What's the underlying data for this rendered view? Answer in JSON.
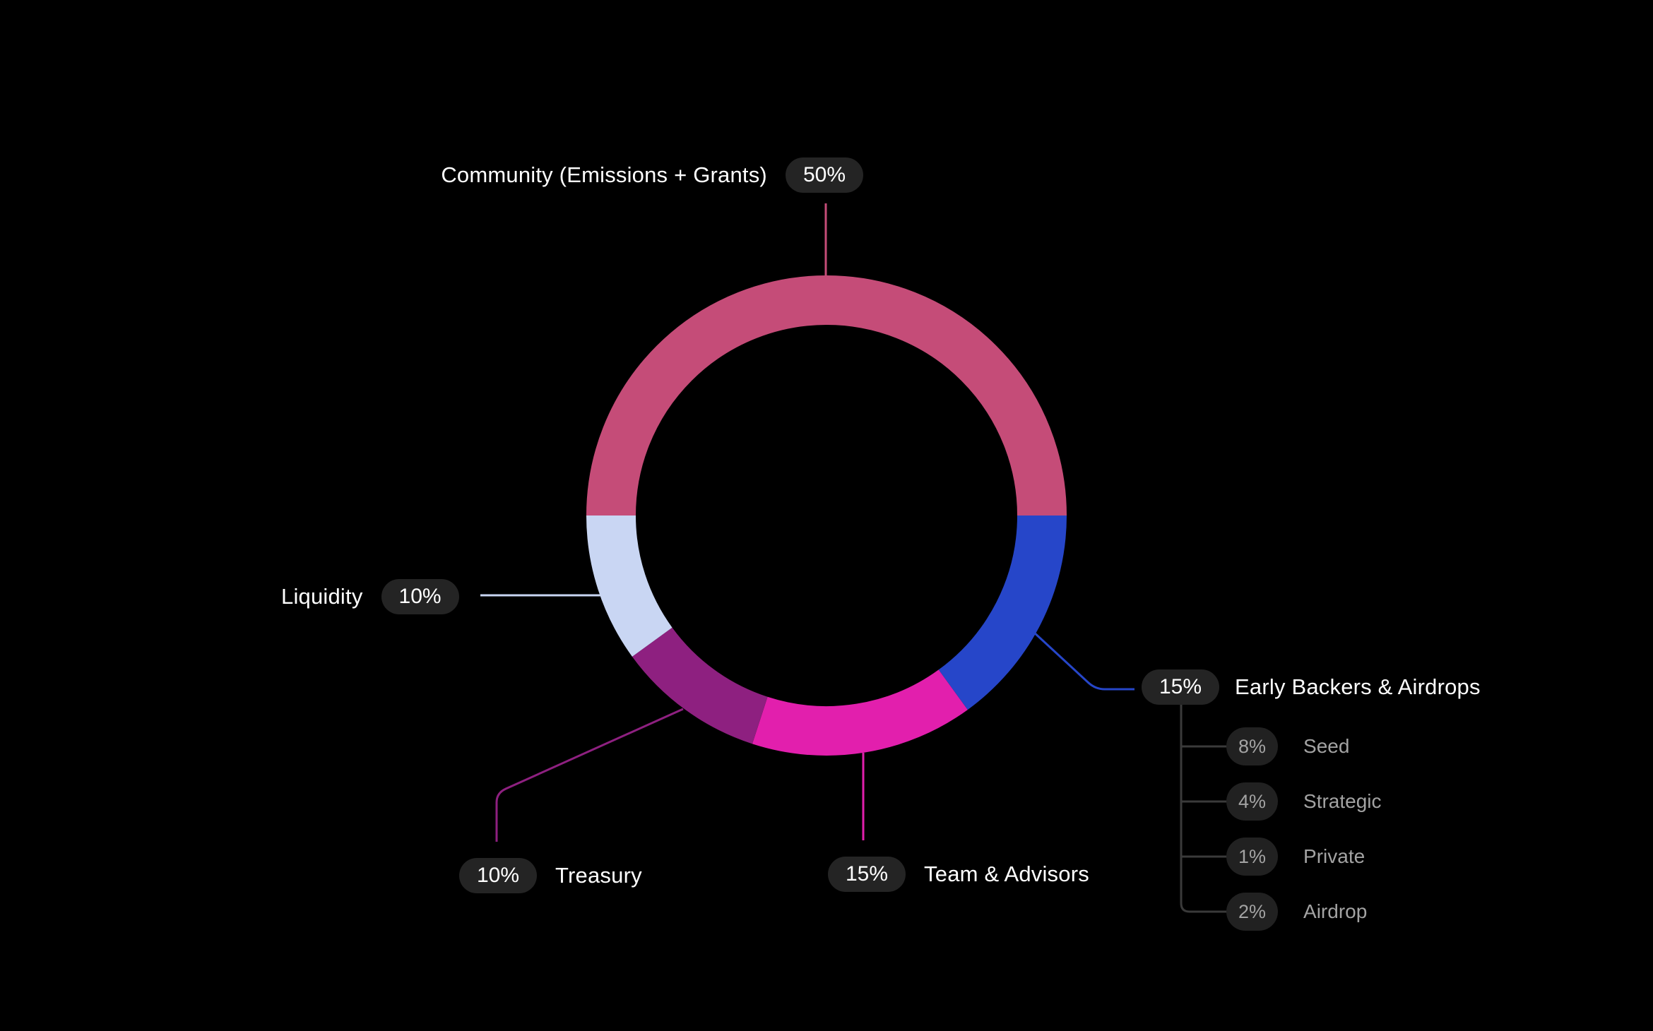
{
  "chart_data": {
    "type": "pie",
    "subtype": "donut",
    "total": 100,
    "start_angle_deg": -90,
    "direction": "clockwise",
    "legend_position": "callouts",
    "segments": [
      {
        "label": "Community (Emissions + Grants)",
        "pct": "50%",
        "value": 50,
        "color": "#C54C78"
      },
      {
        "label": "Early Backers & Airdrops",
        "pct": "15%",
        "value": 15,
        "color": "#2646C9",
        "breakdown": [
          {
            "label": "Seed",
            "pct": "8%",
            "value": 8
          },
          {
            "label": "Strategic",
            "pct": "4%",
            "value": 4
          },
          {
            "label": "Private",
            "pct": "1%",
            "value": 1
          },
          {
            "label": "Airdrop",
            "pct": "2%",
            "value": 2
          }
        ]
      },
      {
        "label": "Team & Advisors",
        "pct": "15%",
        "value": 15,
        "color": "#E21FAD"
      },
      {
        "label": "Treasury",
        "pct": "10%",
        "value": 10,
        "color": "#8E2080"
      },
      {
        "label": "Liquidity",
        "pct": "10%",
        "value": 10,
        "color": "#C9D6F3"
      }
    ]
  },
  "styles": {
    "background": "#000000",
    "badge_bg": "#242424",
    "sub_badge_bg": "#212121",
    "sub_text": "#A3A3A3",
    "label_text": "#FFFFFF",
    "tree_line": "#3A3A3A"
  }
}
